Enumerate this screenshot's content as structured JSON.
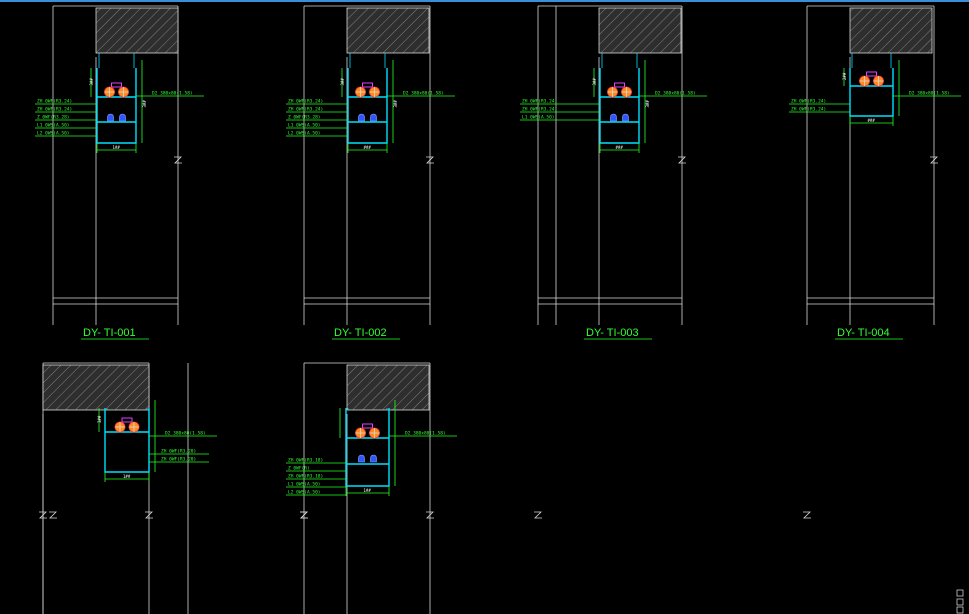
{
  "colors": {
    "background": "#000000",
    "title": "#33ff33",
    "leader": "#22ff22",
    "tray": "#00e0ff",
    "pipe_fill": "#ff8c1a",
    "conduit": "#3355ff",
    "tag": "#e040ff",
    "hatch_fill": "#3a3a3a"
  },
  "sections": [
    {
      "id": "s1",
      "title": "DY- TI-001",
      "tray_label": "D2 380x80(1.58)",
      "dim_w": "1##",
      "dim_h1": "3##",
      "dim_h2": "3##",
      "cables": [
        "ZH 0WF(R3.24)",
        "ZH 0WF(R3.24)",
        "Z 0WF(R3.28)",
        "L1 0WS(A.50)",
        "L2 0WS(A.50)"
      ]
    },
    {
      "id": "s2",
      "title": "DY- TI-002",
      "tray_label": "D2 380x80(1.58)",
      "dim_w": "###",
      "dim_h1": "3##",
      "dim_h2": "3##",
      "cables": [
        "ZH 0WF(R3.24)",
        "ZH 0WF(R3.24)",
        "Z 0WF(R3.28)",
        "L1 0WS(A.50)",
        "L2 0WS(A.50)"
      ]
    },
    {
      "id": "s3",
      "title": "DY- TI-003",
      "tray_label": "D2 380x80(1.58)",
      "dim_w": "###",
      "dim_h1": "3##",
      "dim_h2": "3##",
      "cables": [
        "ZH 0WF(R3.24)",
        "ZH 0WF(R3.24)",
        "L1 0WS(A.50)"
      ]
    },
    {
      "id": "s4",
      "title": "DY- TI-004",
      "tray_label": "D2 380x80(1.58)",
      "dim_w": "###",
      "dim_h1": "2##",
      "dim_h2": "",
      "cables": [
        "ZH 0WF(R3.24)",
        "ZH 0WF(R3.24)"
      ]
    },
    {
      "id": "s5",
      "title": "",
      "tray_label": "D2 380x80(1.58)",
      "dim_w": "1##",
      "dim_h1": "3##",
      "dim_h2": "",
      "cables": [
        "ZH 0WF(R3.20)",
        "ZH 0WF(R3.20)"
      ]
    },
    {
      "id": "s6",
      "title": "",
      "tray_label": "D2 380x80(1.58)",
      "dim_w": "1##",
      "dim_h1": "",
      "dim_h2": "",
      "cables": [
        "ZH 0WF(R3.18)",
        "Z 0WF(R)",
        "ZH 0WF(R3.18)",
        "L1 0WS(A.50)",
        "L2 0WS(A.50)"
      ]
    }
  ]
}
